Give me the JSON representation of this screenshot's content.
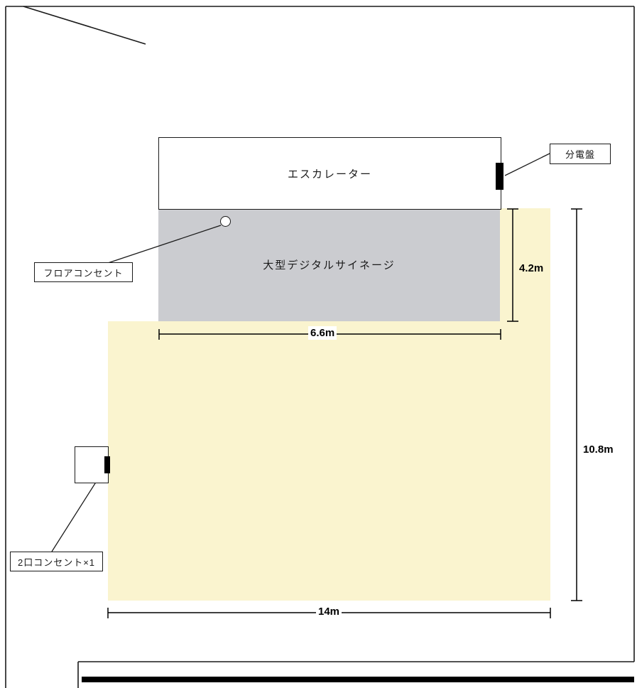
{
  "floor_plan": {
    "escalator": {
      "label": "エスカレーター"
    },
    "signage": {
      "label": "大型デジタルサイネージ"
    },
    "distribution_board": {
      "label": "分電盤"
    },
    "floor_outlet": {
      "label": "フロアコンセント"
    },
    "double_outlet": {
      "label": "2口コンセント×1"
    },
    "dimensions": {
      "signage_depth": "4.2m",
      "signage_width": "6.6m",
      "area_depth": "10.8m",
      "area_width": "14m"
    },
    "colors": {
      "event_area_fill": "#FAF4CF",
      "signage_fill": "#CBCCD0",
      "line": "#1A1A1A"
    }
  }
}
